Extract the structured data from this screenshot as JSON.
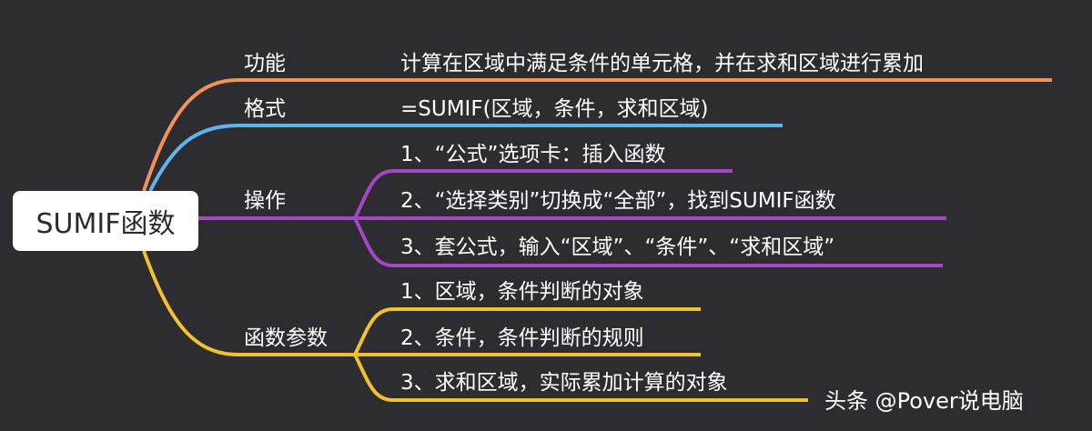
{
  "root": {
    "label": "SUMIF函数"
  },
  "colors": {
    "background": "#2d2c30",
    "orange": "#f0935a",
    "blue": "#5fb4ea",
    "purple": "#a646c4",
    "yellow": "#f2c12e"
  },
  "branches": {
    "function": {
      "label": "功能",
      "items": [
        "计算在区域中满足条件的单元格，并在求和区域进行累加"
      ]
    },
    "format": {
      "label": "格式",
      "items": [
        "=SUMIF(区域，条件，求和区域)"
      ]
    },
    "operation": {
      "label": "操作",
      "items": [
        "1、“公式”选项卡：插入函数",
        "2、“选择类别”切换成“全部”，找到SUMIF函数",
        "3、套公式，输入“区域”、“条件”、“求和区域”"
      ]
    },
    "params": {
      "label": "函数参数",
      "items": [
        "1、区域，条件判断的对象",
        "2、条件，条件判断的规则",
        "3、求和区域，实际累加计算的对象"
      ]
    }
  },
  "watermark": "头条 @Pover说电脑"
}
